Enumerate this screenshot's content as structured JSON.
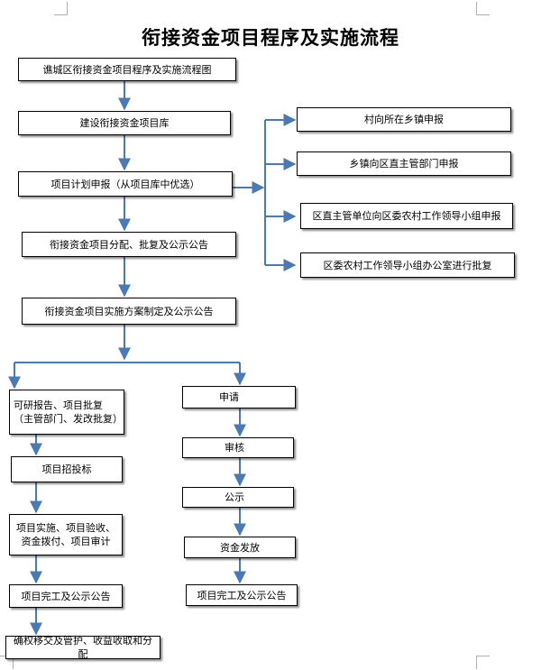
{
  "title": "衔接资金项目程序及实施流程",
  "boxes": {
    "b1": "谯城区衔接资金项目程序及实施流程图",
    "b2": "建设衔接资金项目库",
    "b3": "项目计划申报（从项目库中优选）",
    "b4": "衔接资金项目分配、批复及公示公告",
    "b5": "衔接资金项目实施方案制定及公示公告",
    "r1": "村向所在乡镇申报",
    "r2": "乡镇向区直主管部门申报",
    "r3": "区直主管单位向区委农村工作领导小组申报",
    "r4": "区委农村工作领导小组办公室进行批复",
    "l1": "可研报告、项目批复\n（主管部门、发改批复）",
    "l2": "项目招投标",
    "l3": "项目实施、项目验收、\n资金拨付、项目审计",
    "l4": "项目完工及公示公告",
    "l5": "确权移交及管护、收益收取和分配",
    "m1": "申请",
    "m2": "审核",
    "m3": "公示",
    "m4": "资金发放",
    "m5": "项目完工及公示公告"
  },
  "colors": {
    "line": "#4a7ab5",
    "border": "#000000"
  }
}
